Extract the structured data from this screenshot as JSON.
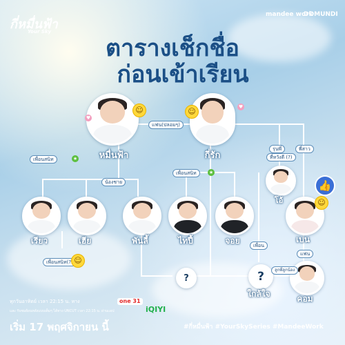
{
  "logo_title": "กี่หมื่นฟ้า",
  "logo_subtitle": "Your Sky",
  "brands": [
    "mandee work",
    "DOMUNDI"
  ],
  "title_line1": "ตารางเช็กชื่อ",
  "title_line2": "ก่อนเข้าเรียน",
  "people": {
    "muen": "หมื่นฟ้า",
    "kirak": "กี่รัก",
    "riao": "เรียว",
    "hia": "เฮีย",
    "phan": "พันลี้",
    "taipi": "ไทปี้",
    "joy": "จอย",
    "oo": "โอ้",
    "ben": "เบน",
    "khom": "คอม",
    "klaijai": "ใกล้ใจ"
  },
  "unknown_mark": "?",
  "relations": {
    "lover": "แฟน(ปลอมๆ)",
    "friend1": "เพื่อนสนิท",
    "brother": "น้องชาย",
    "friend2": "เพื่อนสนิท",
    "junior": "รุ่นพี่",
    "junior2": "ที่หวังดี (?)",
    "sister": "พี่สาว",
    "friend3": "เพื่อนสนิท(?)",
    "friend4": "เพื่อน",
    "lover2": "แฟน",
    "slave": "ลูกพี่ลูกน้อง"
  },
  "broadcast_line1": "ทุกวันอาทิตย์ เวลา 22:15 น. ทาง",
  "broadcast_line2": "และ รับชมย้อนหลังแบบเต็มๆ ได้ทาง UNCUT เวลา 22:15 น. ผ่านแอป",
  "channel1": "one 31",
  "channel2": "iQIYI",
  "premiere": "เริ่ม 17 พฤศจิกายน นี้",
  "hashtags": "#กี่หมื่นฟ้า #YourSkySeries #MandeeWork",
  "colors": {
    "title": "#1b4f86",
    "line": "#ffffff",
    "accent": "#ffd83a"
  }
}
